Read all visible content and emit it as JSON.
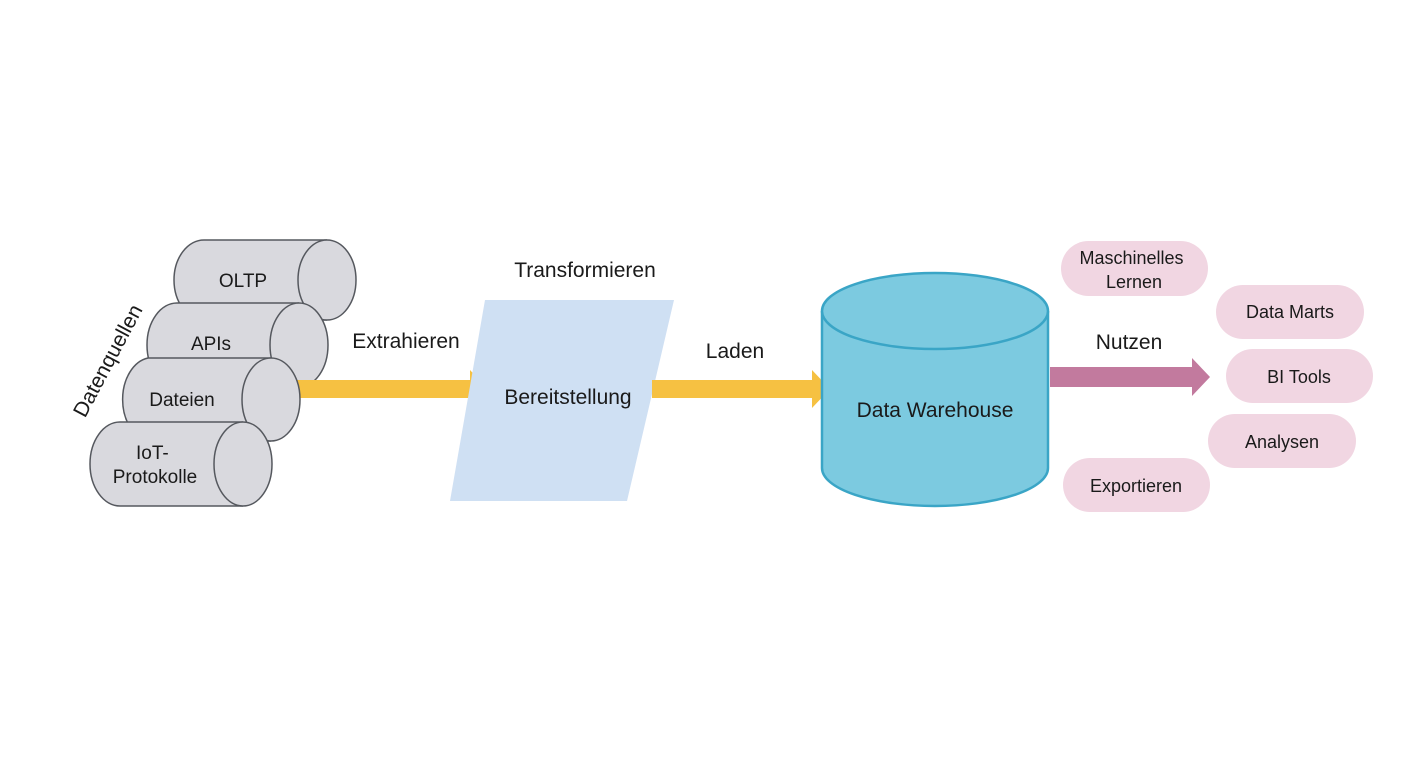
{
  "diagram": {
    "sources_group_label": "Datenquellen",
    "sources": [
      {
        "label": "OLTP"
      },
      {
        "label": "APIs"
      },
      {
        "label": "Dateien"
      },
      {
        "label": "IoT-\nProtokolle",
        "lines": [
          "IoT-",
          "Protokolle"
        ]
      }
    ],
    "steps": {
      "extract": "Extrahieren",
      "transform": "Transformieren",
      "load": "Laden",
      "use": "Nutzen"
    },
    "staging": {
      "label": "Bereitstellung"
    },
    "warehouse": {
      "label": "Data Warehouse"
    },
    "consumers": [
      {
        "label": "Maschinelles Lernen",
        "lines": [
          "Maschinelles",
          "Lernen"
        ]
      },
      {
        "label": "Data Marts",
        "lines": [
          "Data Marts"
        ]
      },
      {
        "label": "BI Tools",
        "lines": [
          "BI Tools"
        ]
      },
      {
        "label": "Analysen",
        "lines": [
          "Analysen"
        ]
      },
      {
        "label": "Exportieren",
        "lines": [
          "Exportieren"
        ]
      }
    ],
    "colors": {
      "source_fill": "#d9d9de",
      "source_stroke": "#55585e",
      "etl_arrow": "#f6c142",
      "staging_fill": "#cfe0f3",
      "warehouse_fill": "#7ccae0",
      "warehouse_stroke": "#3aa5c6",
      "use_arrow": "#c27a9e",
      "consumer_fill": "#f1d6e2"
    }
  }
}
